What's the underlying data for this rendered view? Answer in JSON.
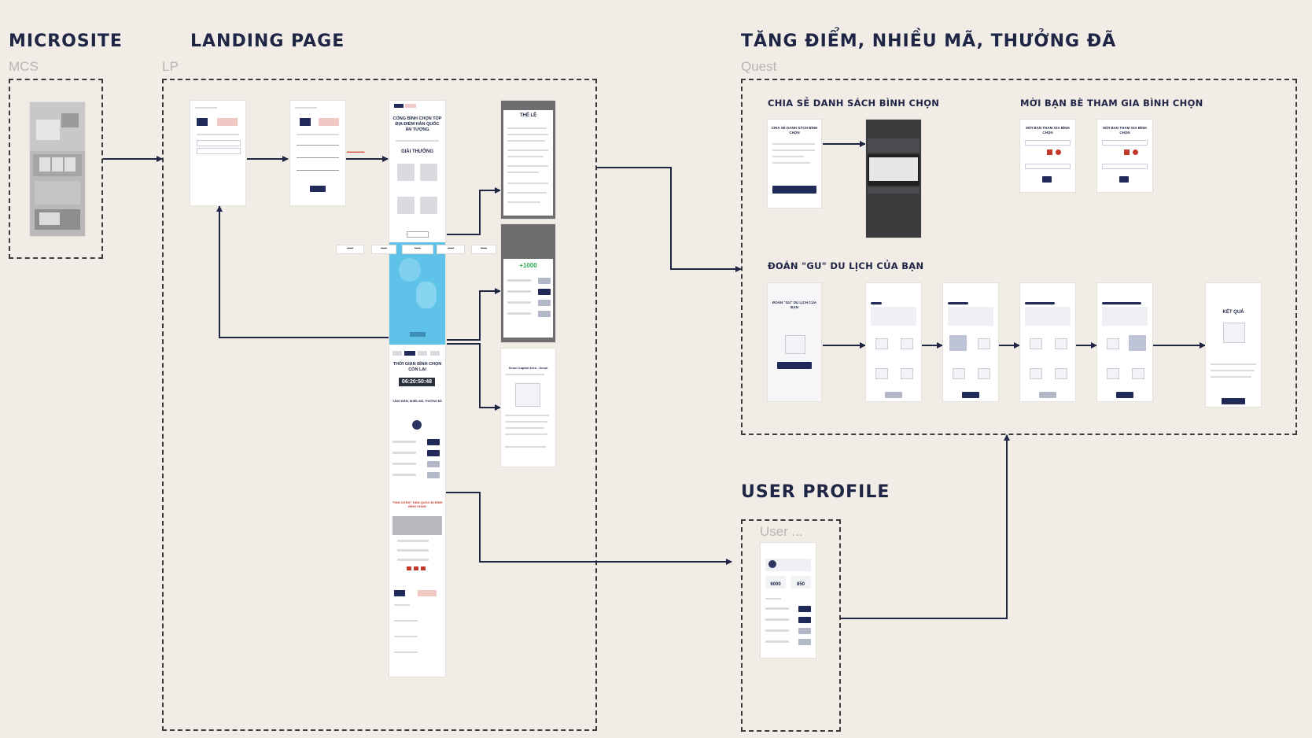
{
  "sections": {
    "microsite": {
      "title": "MICROSITE",
      "code": "MCS"
    },
    "landing": {
      "title": "LANDING PAGE",
      "code": "LP"
    },
    "quest": {
      "title": "TĂNG ĐIỂM, NHIỀU MÃ, THƯỞNG ĐÃ",
      "code": "Quest"
    },
    "profile": {
      "title": "USER PROFILE",
      "code": "User ..."
    }
  },
  "quest_groups": {
    "share": "CHIA SẺ DANH SÁCH BÌNH CHỌN",
    "invite": "MỜI BẠN BÈ THAM GIA BÌNH CHỌN",
    "guess": "ĐOÁN \"GU\" DU LỊCH CỦA BẠN"
  },
  "frames": {
    "lp_home_title": "CỔNG BÌNH CHỌN TOP ĐỊA ĐIỂM HÀN QUỐC ẤN TƯỢNG",
    "lp_home_prizes": "GIẢI THƯỞNG",
    "lp_countdown_title": "THỜI GIAN BÌNH CHỌN CÒN LẠI",
    "lp_countdown": "06:20:50:48",
    "lp_quest_title": "TĂNG ĐIỂM, NHIỀU MÃ, THƯỞNG ĐÃ",
    "lp_fans_title": "\"FAN CỨNG\" HÀN QUỐC ĐỊ ĐÌNH BÌNH CHỌN",
    "rules_title": "THỂ LỆ",
    "points_value": "+1000",
    "detail_title": "Seoul Capital Area - Seoul",
    "share_frame_title": "CHIA SẺ DANH SÁCH BÌNH CHỌN",
    "invite_frame_title": "MỜI BẠN THAM GIA BÌNH CHỌN",
    "guess_frame_title": "ĐOÁN \"GU\" DU LỊCH CỦA BẠN",
    "guess_result": "KẾT QUẢ",
    "profile_score_a": "6000",
    "profile_score_b": "850"
  },
  "connector_color": "#1e2545"
}
